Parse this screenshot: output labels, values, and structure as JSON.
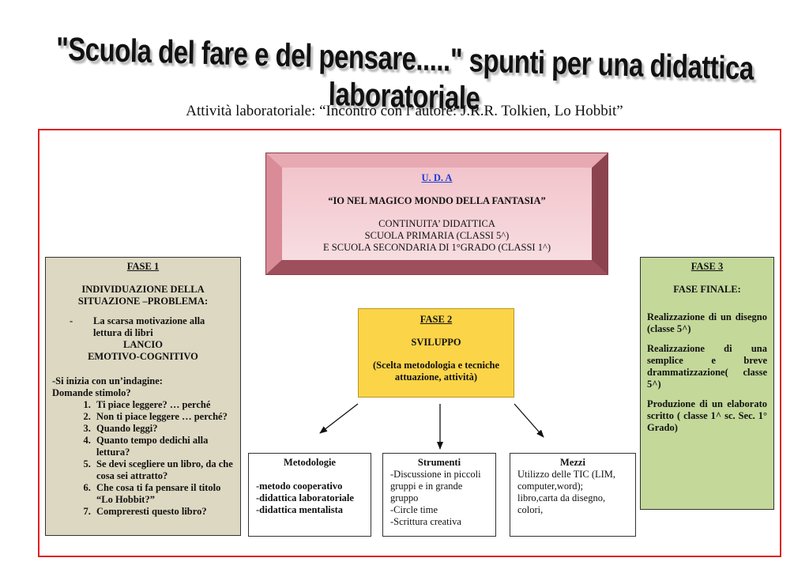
{
  "header": {
    "title": "\"Scuola del fare e del pensare.....\" spunti per una didattica laboratoriale",
    "subtitle": "Attività laboratoriale: “Incontro con l’autore: J.R.R. Tolkien, Lo Hobbit”"
  },
  "uda": {
    "link": "U. D. A",
    "title": "“IO NEL MAGICO MONDO DELLA FANTASIA”",
    "lines": [
      "CONTINUITA’ DIDATTICA",
      "SCUOLA PRIMARIA (CLASSI 5^)",
      "E SCUOLA SECONDARIA DI 1°GRADO (CLASSI 1^)"
    ]
  },
  "fase1": {
    "title": "FASE 1",
    "heading": "INDIVIDUAZIONE DELLA SITUAZIONE –PROBLEMA:",
    "dash": "-",
    "dash_text": "La scarsa motivazione alla lettura di libri",
    "lancio": "LANCIO",
    "emotivo": "EMOTIVO-COGNITIVO",
    "intro": "-Si inizia con un’indagine:",
    "domande": "Domande stimolo?",
    "questions": [
      "Ti piace leggere? … perché",
      "Non ti piace leggere … perché?",
      "Quando leggi?",
      "Quanto tempo dedichi alla lettura?",
      "Se devi scegliere un libro, da che cosa sei attratto?",
      "Che cosa ti fa pensare il titolo “Lo Hobbit?”",
      "Compreresti questo libro?"
    ]
  },
  "fase2": {
    "title": "FASE 2",
    "heading": "SVILUPPO",
    "text": "(Scelta metodologia e tecniche attuazione, attività)"
  },
  "fase3": {
    "title": "FASE 3",
    "heading": "FASE FINALE:",
    "items": [
      "Realizzazione di un disegno (classe 5^)",
      "Realizzazione di una semplice e breve drammatizzazione( classe 5^)",
      "Produzione di un elaborato scritto ( classe 1^ sc. Sec. 1° Grado)"
    ]
  },
  "metodologie": {
    "title": "Metodologie",
    "items": [
      "-metodo cooperativo",
      "-didattica laboratoriale",
      "-didattica mentalista"
    ]
  },
  "strumenti": {
    "title": "Strumenti",
    "items": [
      "-Discussione in piccoli gruppi e in grande gruppo",
      "-Circle time",
      "-Scrittura creativa"
    ]
  },
  "mezzi": {
    "title": "Mezzi",
    "items": [
      "Utilizzo delle TIC (LIM, computer,word);",
      "libro,carta da disegno, colori,"
    ]
  }
}
